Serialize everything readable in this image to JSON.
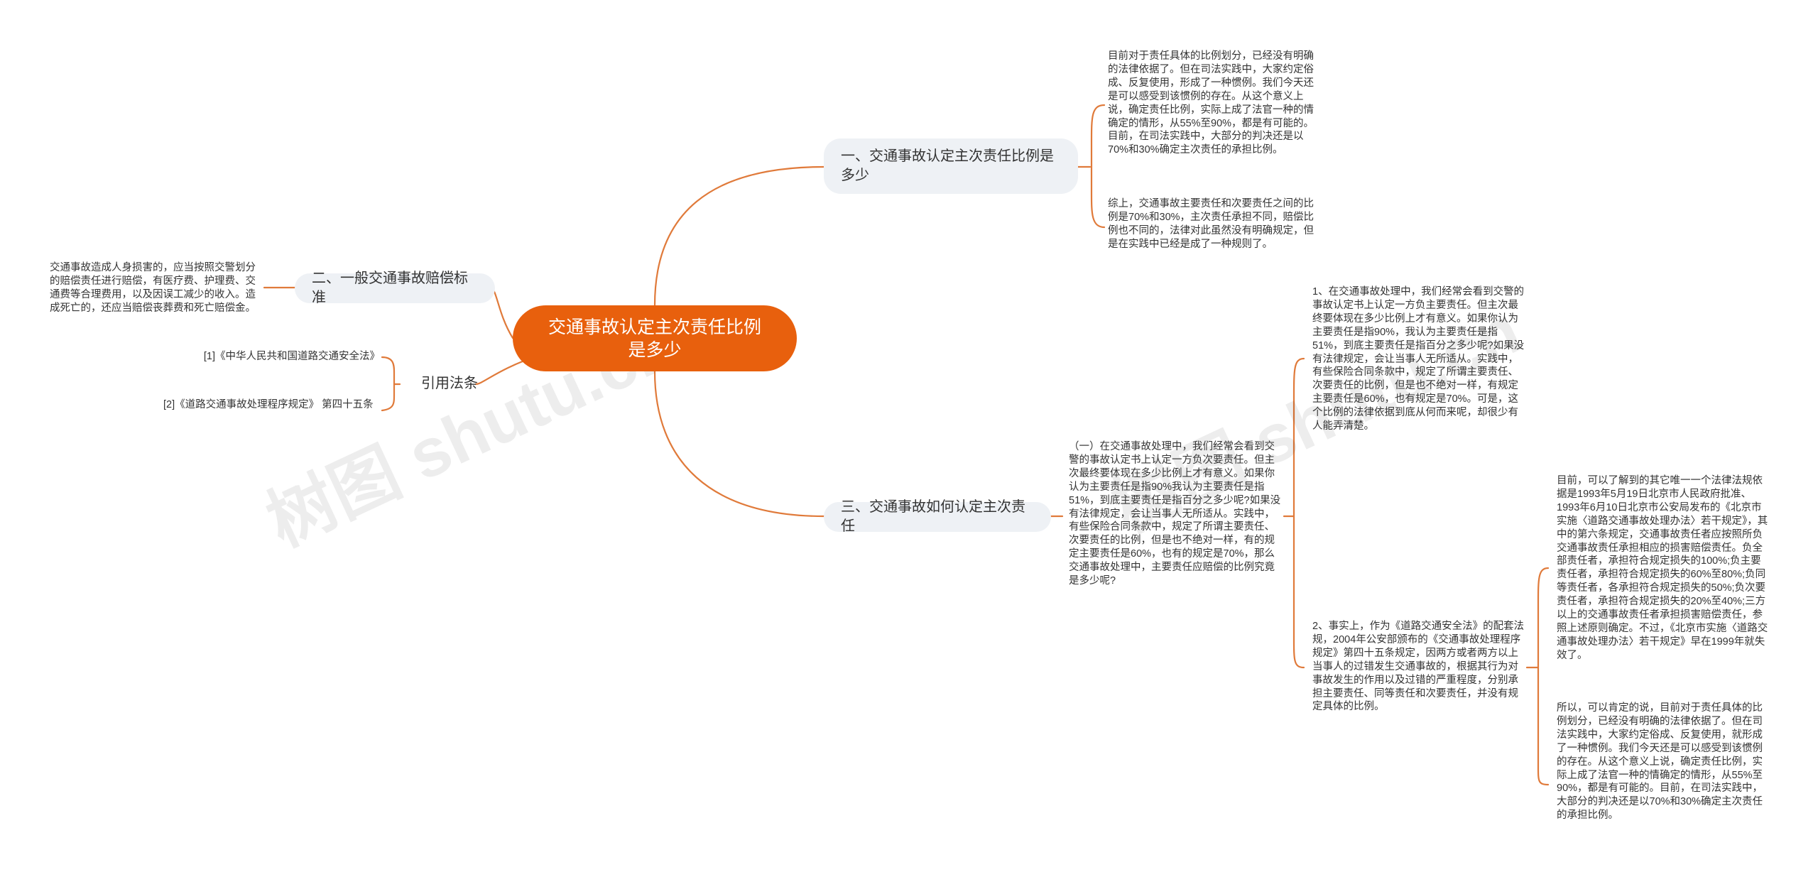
{
  "root": {
    "title": "交通事故认定主次责任比例是多少"
  },
  "branches": {
    "b1": {
      "title": "一、交通事故认定主次责任比例是多少",
      "leaves": [
        "目前对于责任具体的比例划分，已经没有明确的法律依据了。但在司法实践中，大家约定俗成、反复使用，形成了一种惯例。我们今天还是可以感受到该惯例的存在。从这个意义上说，确定责任比例，实际上成了法官一种的情确定的情形，从55%至90%，都是有可能的。目前，在司法实践中，大部分的判决还是以70%和30%确定主次责任的承担比例。",
        "综上，交通事故主要责任和次要责任之间的比例是70%和30%，主次责任承担不同，赔偿比例也不同的，法律对此虽然没有明确规定，但是在实践中已经是成了一种规则了。"
      ]
    },
    "b2": {
      "title": "二、一般交通事故赔偿标准",
      "leaf": "交通事故造成人身损害的，应当按照交警划分的赔偿责任进行赔偿，有医疗费、护理费、交通费等合理费用，以及因误工减少的收入。造成死亡的，还应当赔偿丧葬费和死亡赔偿金。"
    },
    "b3": {
      "title": "引用法条",
      "refs": [
        "[1]《中华人民共和国道路交通安全法》",
        "[2]《道路交通事故处理程序规定》 第四十五条"
      ]
    },
    "b4": {
      "title": "三、交通事故如何认定主次责任",
      "intro": "（一）在交通事故处理中，我们经常会看到交警的事故认定书上认定一方负次要责任。但主次最终要体现在多少比例上才有意义。如果你认为主要责任是指90%我认为主要责任是指51%，到底主要责任是指百分之多少呢?如果没有法律规定，会让当事人无所适从。实践中，有些保险合同条款中，规定了所谓主要责任、次要责任的比例，但是也不绝对一样，有的规定主要责任是60%，也有的规定是70%，那么交通事故处理中，主要责任应赔偿的比例究竟是多少呢?",
      "sub1": "1、在交通事故处理中，我们经常会看到交警的事故认定书上认定一方负主要责任。但主次最终要体现在多少比例上才有意义。如果你认为主要责任是指90%，我认为主要责任是指51%，到底主要责任是指百分之多少呢?如果没有法律规定，会让当事人无所适从。实践中，有些保险合同条款中，规定了所谓主要责任、次要责任的比例，但是也不绝对一样，有规定主要责任是60%，也有规定是70%。可是，这个比例的法律依据到底从何而来呢，却很少有人能弄清楚。",
      "sub2": "2、事实上，作为《道路交通安全法》的配套法规，2004年公安部颁布的《交通事故处理程序规定》第四十五条规定，因两方或者两方以上当事人的过错发生交通事故的，根据其行为对事故发生的作用以及过错的严重程度，分别承担主要责任、同等责任和次要责任，并没有规定具体的比例。",
      "sub2a": "目前，可以了解到的其它唯一一个法律法规依据是1993年5月19日北京市人民政府批准、1993年6月10日北京市公安局发布的《北京市实施〈道路交通事故处理办法〉若干规定》，其中的第六条规定，交通事故责任者应按照所负交通事故责任承担相应的损害赔偿责任。负全部责任者，承担符合规定损失的100%;负主要责任者，承担符合规定损失的60%至80%;负同等责任者，各承担符合规定损失的50%;负次要责任者，承担符合规定损失的20%至40%;三方以上的交通事故责任者承担损害赔偿责任，参照上述原则确定。不过，《北京市实施〈道路交通事故处理办法〉若干规定》早在1999年就失效了。",
      "sub2b": "所以，可以肯定的说，目前对于责任具体的比例划分，已经没有明确的法律依据了。但在司法实践中，大家约定俗成、反复使用，就形成了一种惯例。我们今天还是可以感受到该惯例的存在。从这个意义上说，确定责任比例，实际上成了法官一种的情确定的情形，从55%至90%，都是有可能的。目前，在司法实践中，大部分的判决还是以70%和30%确定主次责任的承担比例。"
    }
  },
  "watermarks": [
    "树图 shutu.cn",
    "树图 shutu.cn"
  ],
  "colors": {
    "root": "#e8600d",
    "connector": "#e07a3a",
    "topic_bg": "#eef1f5"
  }
}
